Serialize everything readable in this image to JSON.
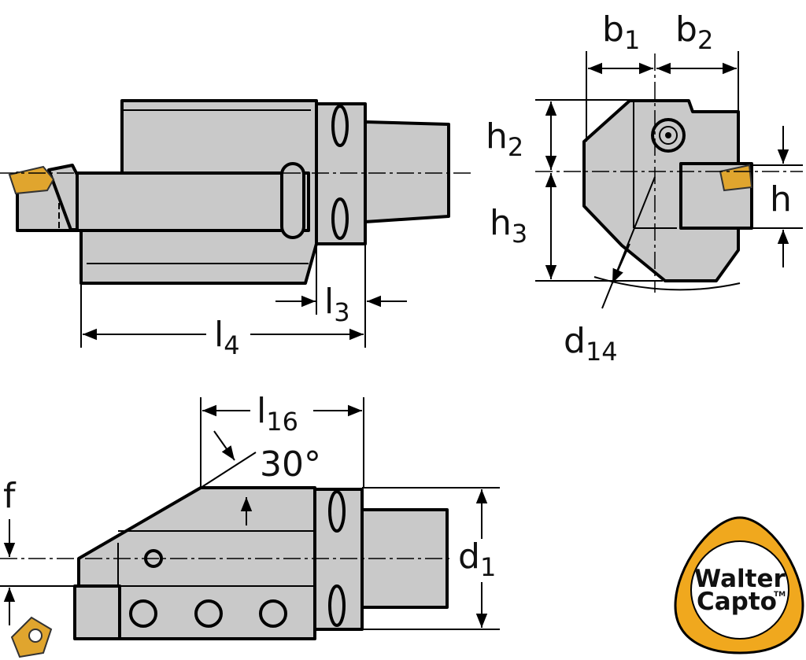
{
  "title": "Walter Capto toolholder dimension drawing",
  "labels": {
    "b1": {
      "main": "b",
      "sub": "1"
    },
    "b2": {
      "main": "b",
      "sub": "2"
    },
    "h2": {
      "main": "h",
      "sub": "2"
    },
    "h3": {
      "main": "h",
      "sub": "3"
    },
    "h": {
      "main": "h"
    },
    "d14": {
      "main": "d",
      "sub": "14"
    },
    "l3": {
      "main": "l",
      "sub": "3"
    },
    "l4": {
      "main": "l",
      "sub": "4"
    },
    "l16": {
      "main": "l",
      "sub": "16"
    },
    "angle": {
      "main": "30°"
    },
    "f": {
      "main": "f"
    },
    "d1": {
      "main": "d",
      "sub": "1"
    }
  },
  "logo": {
    "line1": "Walter",
    "line2": "Capto",
    "tm": "TM"
  },
  "colors": {
    "body": "#c9c9c9",
    "insert": "#e0a52e",
    "logo_ring": "#f0a81e"
  }
}
